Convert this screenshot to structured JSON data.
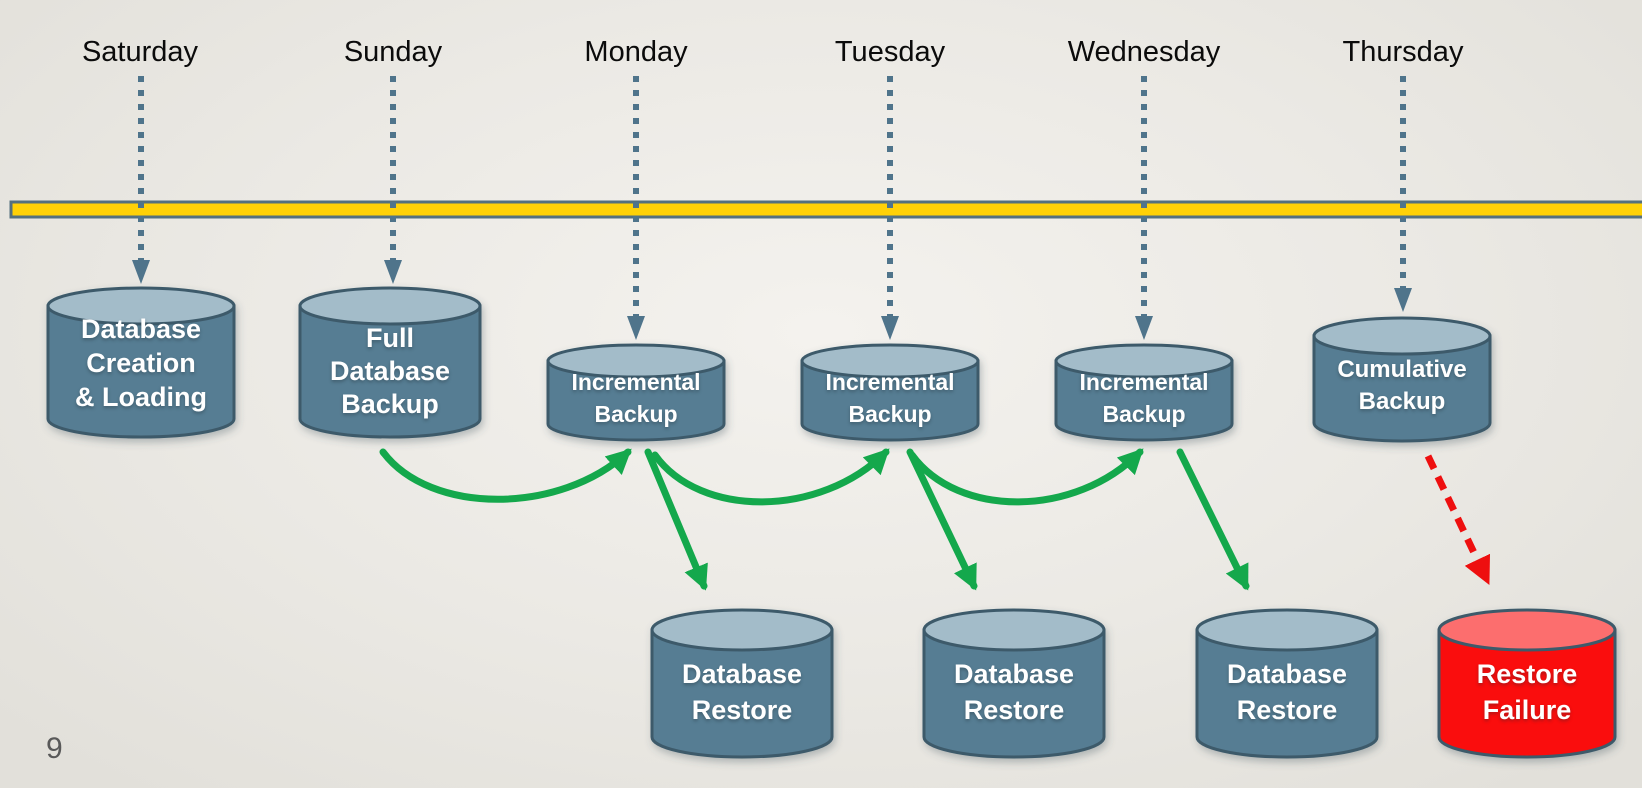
{
  "slide": {
    "page_number": "9"
  },
  "days": [
    "Saturday",
    "Sunday",
    "Monday",
    "Tuesday",
    "Wednesday",
    "Thursday"
  ],
  "backups": [
    {
      "day": "Saturday",
      "label": "Database\nCreation\n& Loading"
    },
    {
      "day": "Sunday",
      "label": "Full\nDatabase\nBackup"
    },
    {
      "day": "Monday",
      "label": "Incremental\nBackup"
    },
    {
      "day": "Tuesday",
      "label": "Incremental\nBackup"
    },
    {
      "day": "Wednesday",
      "label": "Incremental\nBackup"
    },
    {
      "day": "Thursday",
      "label": "Cumulative\nBackup"
    }
  ],
  "restores": [
    {
      "label": "Database\nRestore",
      "source": "Incremental Backup (Monday)",
      "status": "success"
    },
    {
      "label": "Database\nRestore",
      "source": "Incremental Backup (Tuesday)",
      "status": "success"
    },
    {
      "label": "Database\nRestore",
      "source": "Incremental Backup (Wednesday)",
      "status": "success"
    },
    {
      "label": "Restore\nFailure",
      "source": "Cumulative Backup (Thursday)",
      "status": "failure"
    }
  ],
  "connections": {
    "day_to_node": "dotted vertical arrow from each day label down to its cylinder",
    "backup_chain": [
      "Full Database Backup -> Incremental Backup (Monday)",
      "Incremental Backup (Monday) -> Incremental Backup (Tuesday)",
      "Incremental Backup (Tuesday) -> Incremental Backup (Wednesday)"
    ],
    "restore_links": [
      "Incremental Backup (Monday) -> Database Restore",
      "Incremental Backup (Tuesday) -> Database Restore",
      "Incremental Backup (Wednesday) -> Database Restore",
      "Cumulative Backup (Thursday) -> Restore Failure (red dashed)"
    ]
  },
  "colors": {
    "timeline_fill": "#FFD107",
    "timeline_border": "#54707E",
    "cylinder_body": "#577D93",
    "cylinder_top": "#A3BCC9",
    "cylinder_stroke": "#3D5A6B",
    "failure_body": "#FA0A0A",
    "failure_top": "#FC6E6E",
    "dotted_arrow": "#4F748B",
    "restore_arrow_green": "#14A84C",
    "failure_arrow_red": "#EE0F0F",
    "background": "#EBE9E4"
  }
}
